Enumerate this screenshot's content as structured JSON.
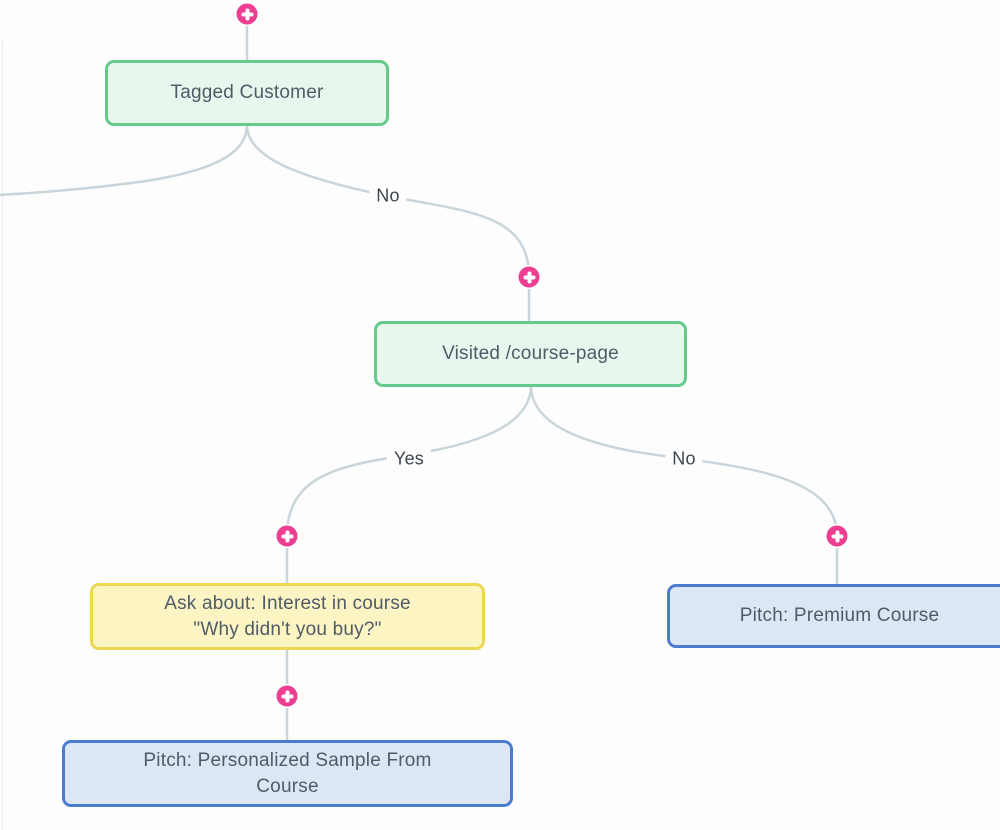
{
  "canvas": {
    "background": "#fdfdfd"
  },
  "nodes": {
    "tagged": {
      "label": "Tagged Customer",
      "kind": "condition",
      "fill": "#e8f7ed",
      "border": "#64cb8d"
    },
    "visited": {
      "label": "Visited /course-page",
      "kind": "condition",
      "fill": "#e8f7ed",
      "border": "#64cb8d"
    },
    "ask": {
      "label": "Ask about: Interest in course\n\"Why didn't you buy?\"",
      "kind": "question",
      "fill": "#fcf5c3",
      "border": "#ecd850"
    },
    "premium": {
      "label": "Pitch: Premium Course",
      "kind": "action",
      "fill": "#dde6f5",
      "border": "#4c7cd0"
    },
    "sample": {
      "label": "Pitch: Personalized Sample From\nCourse",
      "kind": "action",
      "fill": "#dde6f5",
      "border": "#4c7cd0"
    }
  },
  "branches": {
    "tagged_no": "No",
    "visited_yes": "Yes",
    "visited_no": "No"
  },
  "icons": {
    "add_step": "plus-icon"
  },
  "colors": {
    "connector": "#c9d5da",
    "plus": "#ee3e92",
    "node_text": "#4f5b68",
    "branch_label_text": "#3d4751"
  }
}
